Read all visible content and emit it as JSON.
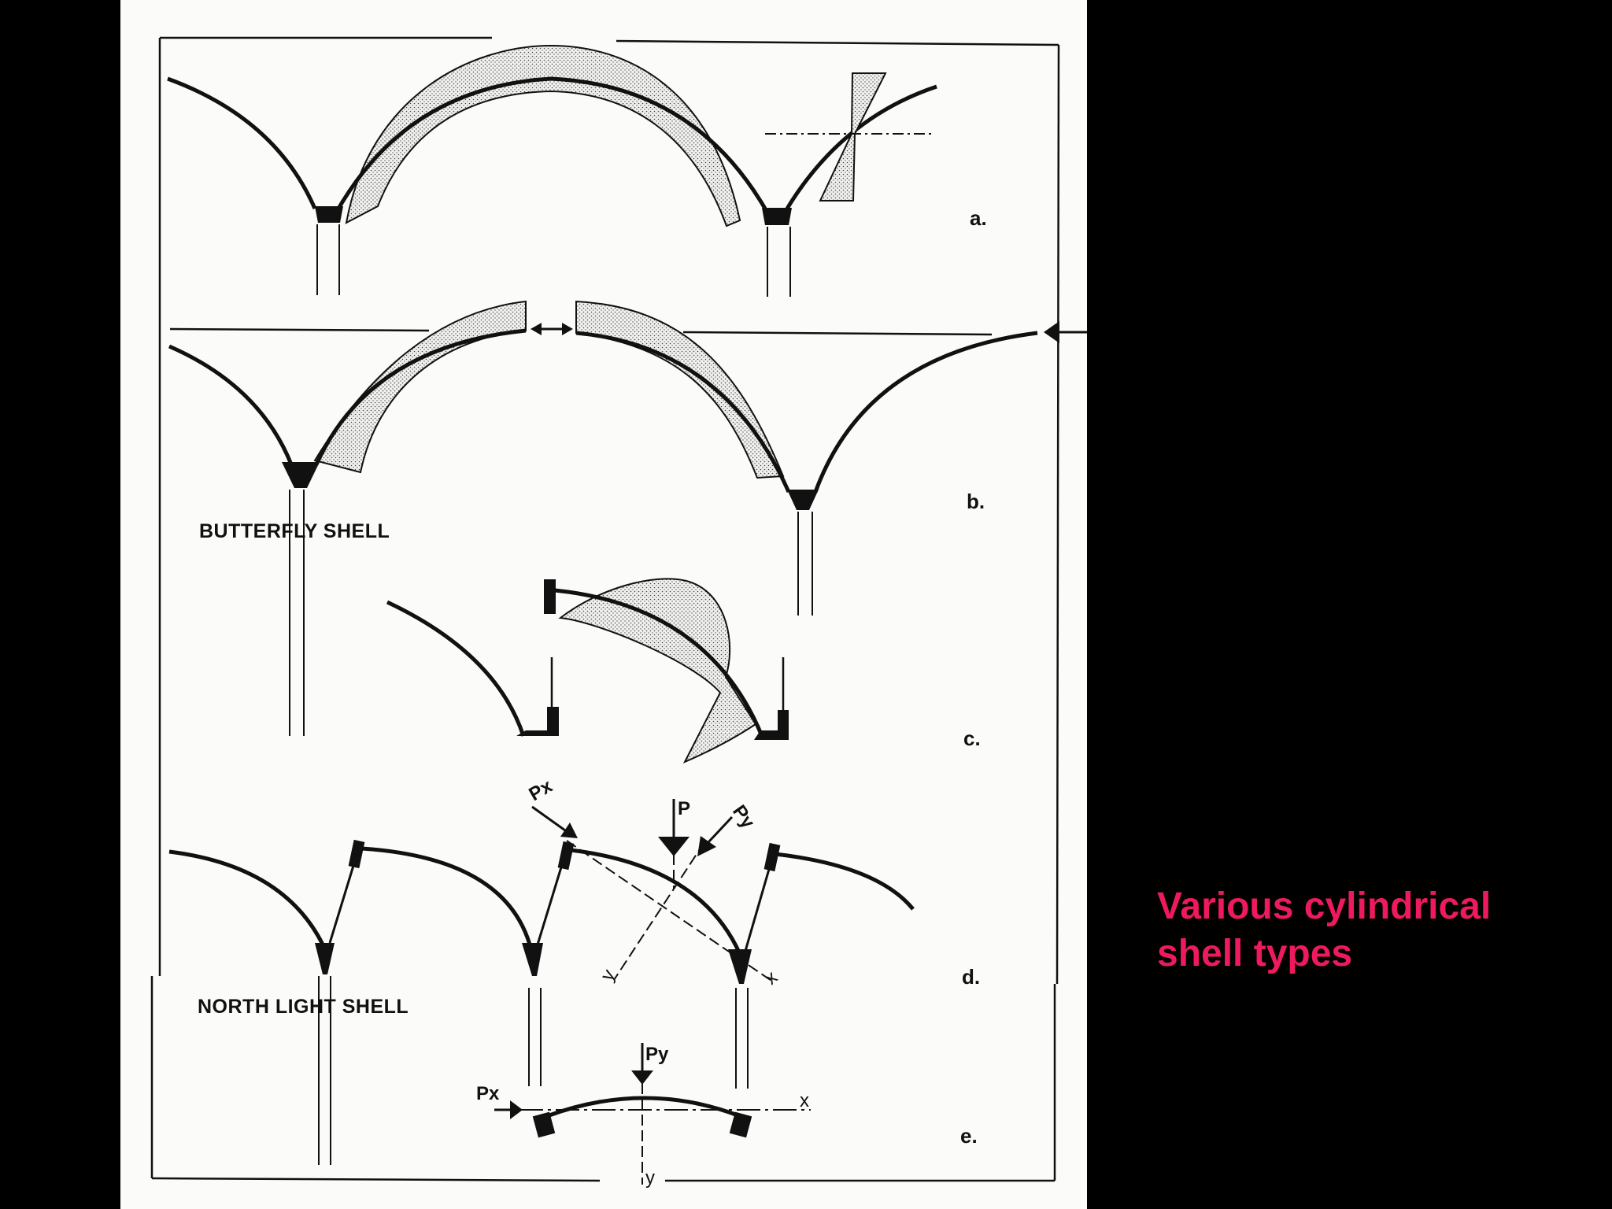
{
  "slide": {
    "caption_line1": "Various cylindrical",
    "caption_line2": "shell types",
    "caption_color": "#ee1a5e",
    "sheet_color": "#fbfbfa",
    "background_color": "#000000"
  },
  "figure": {
    "panel_a": {
      "letter": "a."
    },
    "panel_b": {
      "letter": "b.",
      "name": "BUTTERFLY SHELL"
    },
    "panel_c": {
      "letter": "c."
    },
    "panel_d": {
      "letter": "d.",
      "name": "NORTH LIGHT SHELL",
      "force_p": "P",
      "force_px": "Px",
      "force_py": "Py",
      "axis_x": "x",
      "axis_y": "y"
    },
    "panel_e": {
      "letter": "e.",
      "force_px": "Px",
      "force_py": "Py",
      "axis_x": "x",
      "axis_y": "y"
    }
  }
}
